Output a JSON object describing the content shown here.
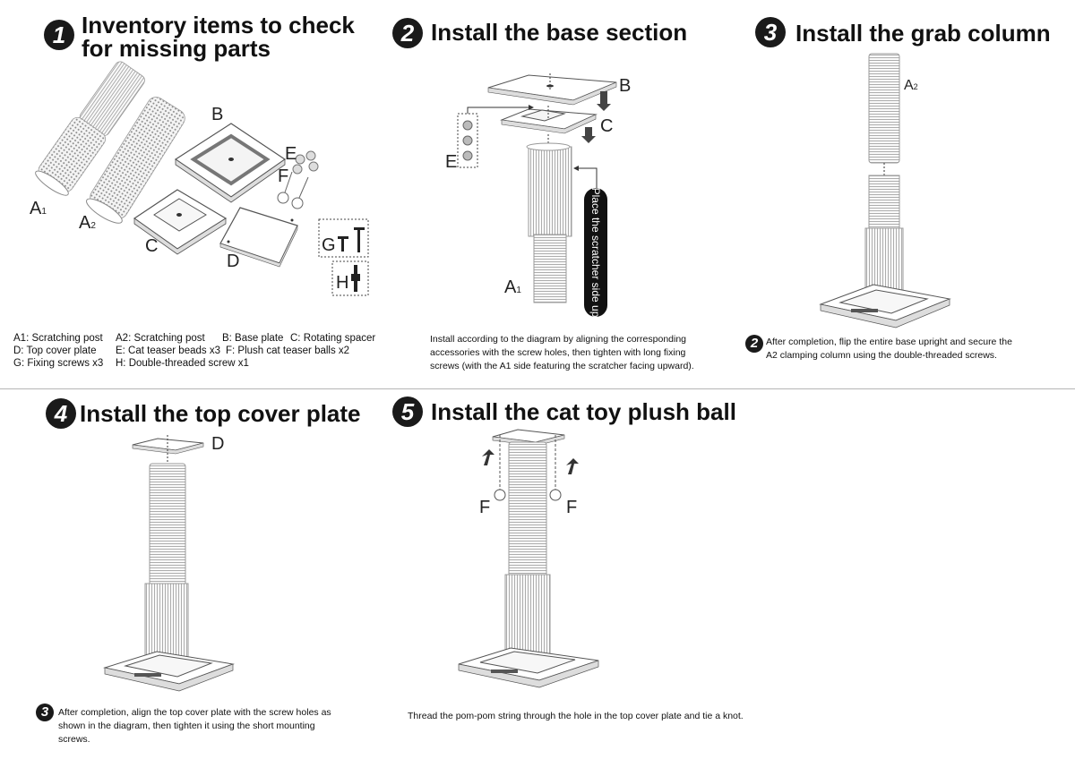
{
  "steps": [
    {
      "number": "1",
      "title_line1": "Inventory items to check",
      "title_line2": "for missing parts"
    },
    {
      "number": "2",
      "title": "Install the base section"
    },
    {
      "number": "3",
      "title": "Install the grab column"
    },
    {
      "number": "4",
      "title": "Install the top cover plate"
    },
    {
      "number": "5",
      "title": "Install the cat toy plush ball"
    }
  ],
  "part_labels": {
    "a1": "A",
    "a1_sub": "1",
    "a2": "A",
    "a2_sub": "2",
    "b": "B",
    "c": "C",
    "d": "D",
    "e": "E",
    "f": "F",
    "g": "G",
    "h": "H"
  },
  "parts_list": {
    "row1": [
      "A1: Scratching post",
      "A2: Scratching post",
      "B: Base plate",
      "C: Rotating spacer"
    ],
    "row2": [
      "D: Top cover plate",
      "E: Cat teaser beads x3",
      "F: Plush cat teaser balls x2"
    ],
    "row3": [
      "G: Fixing screws x3",
      "H: Double-threaded screw x1"
    ]
  },
  "step2_note": "Place the scratcher side up",
  "captions": {
    "step2": "Install according to the diagram by aligning the corresponding accessories with the screw holes, then tighten with long fixing screws (with the A1 side featuring the scratcher facing upward).",
    "step3_badge": "2",
    "step3": "After completion, flip the entire base upright and secure the A2 clamping column using the double-threaded screws.",
    "step4_badge": "3",
    "step4": "After completion, align the top cover plate with the screw holes as shown in the diagram, then tighten it using the short mounting screws.",
    "step5": "Thread the pom-pom string through the hole in the top cover plate and tie a knot."
  },
  "colors": {
    "badge": "#1a1a1a",
    "divider": "#b5b5b5",
    "line": "#555555"
  }
}
